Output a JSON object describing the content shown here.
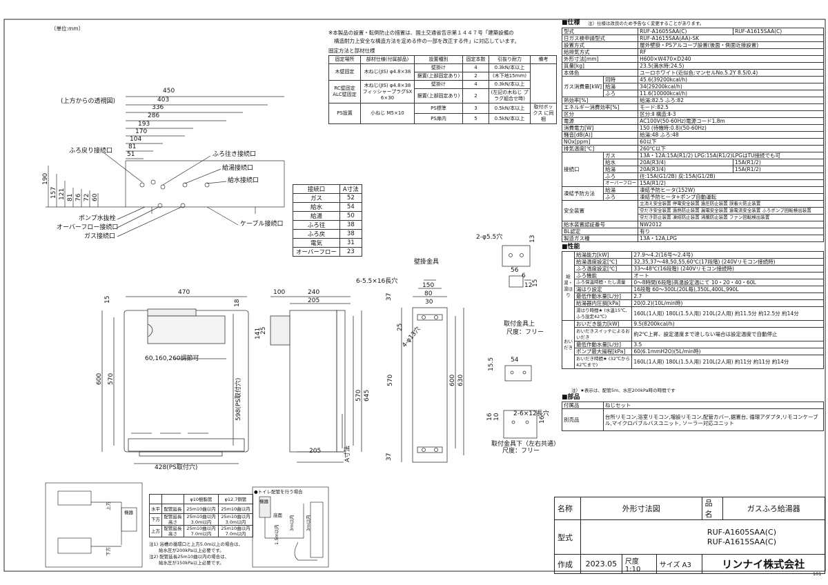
{
  "unit_label": "〔単位:mm〕",
  "top_note": {
    "line1": "※本製品の設置・転倒防止の措置は、国土交通省告示第１４４７号「建築設備の",
    "line2": "構造耐力上安全な構造方法を定める件の一部を改正する件」に対応しています。"
  },
  "fixing": {
    "title": "固定方法と部材仕様",
    "headers": [
      "固定場所",
      "部材仕様(付属部品)",
      "設置種別",
      "固定本数",
      "引抜り耐力",
      "備考"
    ],
    "rows": [
      [
        "木壁固定",
        "木ねじ(JIS) φ4.8×38",
        "壁掛け",
        "4",
        "0.3kN/本以上",
        ""
      ],
      [
        "",
        "",
        "据置(上部固定あり)",
        "2",
        "(木下地15mm)",
        ""
      ],
      [
        "RC壁固定 ALC壁固定",
        "木ねじ(JIS) φ4.8×38 フィッシャープラグSX 6×30",
        "壁掛け",
        "4",
        "0.3kN/本以上",
        ""
      ],
      [
        "",
        "",
        "据置(上部固定あり)",
        "2",
        "(左記の木ねじ プラグ組合せ時)",
        ""
      ],
      [
        "PS設置",
        "小ねじ M5×10",
        "PS標準",
        "3",
        "0.5kN/本以上",
        "取付ボックス に同梱"
      ],
      [
        "",
        "",
        "PS扉内",
        "5",
        "0.5kN/本以上",
        ""
      ]
    ]
  },
  "top_view": {
    "label": "(上方からの透視図)",
    "dims": [
      "450",
      "403",
      "336",
      "286",
      "193",
      "170",
      "104",
      "81",
      "51"
    ],
    "vdims": [
      "190",
      "157",
      "121",
      "81",
      "76",
      "72",
      "60"
    ],
    "labels": {
      "furo_return": "ふろ戻り接続口",
      "furo_go": "ふろ往き接続口",
      "hot_water": "給湯接続口",
      "cold_water": "給水接続口",
      "pump_drain": "ポンプ水抜栓",
      "overflow": "オーバーフロー接続口",
      "gas": "ガス接続口",
      "cable": "ケーブル接続口"
    }
  },
  "a_table": {
    "headers": [
      "接続口",
      "A寸法"
    ],
    "rows": [
      [
        "ガス",
        "52"
      ],
      [
        "給水",
        "54"
      ],
      [
        "給湯",
        "50"
      ],
      [
        "ふろ往",
        "38"
      ],
      [
        "ふろ戻",
        "38"
      ],
      [
        "電気",
        "31"
      ],
      [
        "オーバーフロー",
        "23"
      ]
    ]
  },
  "front": {
    "w470": "470",
    "d15": "15",
    "d18": "18",
    "d141": "141",
    "adj": "60,160,260調節可",
    "h600": "600",
    "h570": "570",
    "ps598": "598(PS取付穴)",
    "bottom428": "428(PS取付穴)"
  },
  "side": {
    "d100": "100",
    "d240": "240",
    "d205": "205",
    "d205b": "205",
    "h645": "645",
    "h570": "570",
    "h25": "25",
    "a_label": "A寸法"
  },
  "bracket": {
    "title": "壁掛金具",
    "holes": "6-5.5×16長穴",
    "d150": "150",
    "d80": "80",
    "d30": "30",
    "d37": "37",
    "d37b": "37",
    "d25": "25",
    "dia": "4-φ13穴",
    "h570": "570",
    "h600": "600",
    "h630": "630"
  },
  "top_bracket": {
    "holes": "2-φ5.5穴",
    "d13": "13",
    "d56": "56",
    "d6": "6",
    "d12": "12",
    "d15": "15",
    "name": "取付金具上",
    "scale": "尺度：フリー"
  },
  "low_bracket": {
    "d155": "15.5",
    "d54": "54",
    "d16": "16",
    "d10": "10",
    "d16b": "16",
    "holes": "2-6×12長穴",
    "name": "取付金具下（左右共通）",
    "scale": "尺度：フリー"
  },
  "spec": {
    "heading": "■仕様",
    "note": "注）仕様は改良のため予告なく変更することがあります。",
    "rows": [
      [
        "型式",
        "RUF-A1605SAA(C)",
        "RUF-A1615SAA(C)"
      ],
      [
        "日ガス検申請型式",
        "RUF-A1615SAA(AA)-SK",
        ""
      ],
      [
        "設置方式",
        "屋外壁掛・PSアルコーブ設置(後面・側面近接設置)",
        ""
      ],
      [
        "給排気方式",
        "RF",
        ""
      ],
      [
        "外形寸法[mm]",
        "H600×W470×D240",
        ""
      ],
      [
        "質量[kg]",
        "23.5(満水時:24.5)",
        ""
      ],
      [
        "本体色",
        "ユーロホワイト(近似色:マンセルNo.5.2Y 8.5/0.4)",
        ""
      ]
    ],
    "gas_label": "ガス消費量[kW]",
    "gas_rows": [
      [
        "同時",
        "45.6(39200kcal/h)"
      ],
      [
        "給湯",
        "34(29200kcal/h)"
      ],
      [
        "ふろ",
        "11.6(10000kcal/h)"
      ]
    ],
    "rows2": [
      [
        "熱効率[%]",
        "給湯:82.5 ふろ:82"
      ],
      [
        "エネルギー消費効率[%]",
        "モード:82.5"
      ],
      [
        "区分",
        "区分:Ⅱ 構造:Ⅱ-3"
      ],
      [
        "電源",
        "AC100V(50-60Hz)電源コード1.8m"
      ],
      [
        "消費電力[W]",
        "150 (待機時:0.8)(50-60Hz)"
      ],
      [
        "騒音[dB(A)]",
        "給湯:48 ふろ:48"
      ],
      [
        "NOx[ppm]",
        "60以下"
      ],
      [
        "排気温度[℃]",
        "260℃以下"
      ]
    ],
    "conn_label": "接続口",
    "conn_rows": [
      [
        "ガス",
        "13A・12A:15A(R1/2) LPG:15A(R1/2)LPGはTU接続でも可",
        ""
      ],
      [
        "給水",
        "20A(R3/4)",
        "15A(R1/2)"
      ],
      [
        "給湯",
        "20A(R3/4)",
        "15A(R1/2)"
      ],
      [
        "ふろ",
        "往:15A(G1/2B) 戻:15A(G1/2B)",
        ""
      ],
      [
        "オーバーフロー",
        "15A(R1/2)",
        ""
      ]
    ],
    "freeze_label": "凍結予防方法",
    "freeze_rows": [
      [
        "給湯",
        "凍結予防ヒータ(152W)"
      ],
      [
        "ふろ",
        "凍結予防ヒータ+ポンプ自動運転"
      ]
    ],
    "safety_label": "安全装置",
    "safety_lines": [
      "立消え安全装置 停電安全装置 過圧防止装置 誤着火防止装置",
      "空だき安全装置 過熱防止装置 漏電安全装置 過電流安全装置 ふろポンプ回転検出装置",
      "空だき防止装置 凍結防止装置 沸騰防止装置 ファン回転検出装置"
    ],
    "rows3": [
      [
        "給水装置認証番号",
        "NW2012"
      ],
      [
        "BL認定",
        "有り"
      ],
      [
        "製造ガス種",
        "13A・12A,LPG"
      ]
    ]
  },
  "perf": {
    "heading": "■性能",
    "kyuto_label": "給湯・湯はり",
    "kyuto_rows": [
      [
        "給湯能力[kW]",
        "27.9～4.2(16号～2.4号)"
      ],
      [
        "給湯温度設定[℃]",
        "32,35,37～48,50,55,60℃(17段階)  (240Vリモコン接続時)"
      ],
      [
        "ふろ温度設定[℃]",
        "33～48℃(16段階)  (240Vリモコン接続時)"
      ],
      [
        "ふろ機能",
        "オート"
      ],
      [
        "ふろ保温時間・たし湯量",
        "0～8時間(6段階)高温設定温にて 10・20・40・60L"
      ],
      [
        "湯はり設定",
        "16段階 60～300L(20L毎),350L,400L,990L"
      ],
      [
        "最低作動水量[L/分]",
        "2.7"
      ],
      [
        "給湯器内圧損[kPa]",
        "20(0.2)(10L/min時)"
      ],
      [
        "湯はり時間★ (水温15℃,ふろ設定42℃)",
        "160L(1人用) 180L(1.5人用) 210L(2人用) 約11.5分 約12.5分 約14分"
      ]
    ],
    "oidaki_label": "おいだき",
    "oidaki_rows": [
      [
        "おいだき能力[kW]",
        "9.5(8200kcal/h)"
      ],
      [
        "おいだきスイッチによるおいだき",
        "約2℃上昇、設定温度まで達しない場合は設定温度で自動停止"
      ],
      [
        "最低作動水量[L/分]",
        "3.5"
      ],
      [
        "ポンプ最大揚程[kPa]",
        "60(6.1mmH2O)(5L/min時)"
      ],
      [
        "おいだき時間★ (32℃から42℃まで)",
        "160L(1人用) 180L(1.5人用) 210L(2人用) 約11分 約11分 約14分"
      ]
    ],
    "footnote": "注）★表示は、配管5m、水圧200kPa時の時間です"
  },
  "parts": {
    "heading": "■部品",
    "rows": [
      [
        "付属品",
        "ねじセット"
      ],
      [
        "別売品",
        "台所リモコン,浴室リモコン,増設リモコン,配管カバー,据置台, 循環アダプタ,リモコンケーブル,マイクロバブルバスユニット, ソーラー対応ユニット"
      ]
    ]
  },
  "piping": {
    "headers": [
      "",
      "",
      "φ10樹脂管",
      "φ12.7銅管"
    ],
    "rows": [
      [
        "水平",
        "配管延長",
        "25m10曲以内",
        "25m10曲以内"
      ],
      [
        "下方",
        "配管延長 高さ",
        "25m10曲以内 3.0m以内",
        "25m10曲以内 3.0m以内"
      ],
      [
        "上方",
        "配管延長 高さ",
        "25m10曲以内 7.0m以内",
        "25m10曲以内 7.0m以内"
      ]
    ],
    "note1": "注1) 浴槽の循環口と上方5.0m以上の場合は、",
    "note1b": "給水圧が200kPa以上必要です。",
    "note2": "注2) 配管延長25m10曲以内の場合は、",
    "note2b": "給水圧が150kPa以上必要です。",
    "label_upper": "上方",
    "label_lower": "下方",
    "label_unit": "機器",
    "toilet_note": "●トイレ配管を行う場合",
    "toilet_unit": "機器",
    "toilet_h1": "1.5m以内",
    "toilet_h2": "3m以内",
    "toilet_h3": "3m以内",
    "toilet_base": "底面"
  },
  "title_block": {
    "name_label": "名称",
    "name_value": "外形寸法図",
    "product_label": "品名",
    "product_value": "ガスふろ給湯器",
    "model_label": "型式",
    "model1": "RUF-A1605SAA(C)",
    "model2": "RUF-A1615SAA(C)",
    "made_label": "作成",
    "date": "2023.05",
    "scale_label": "尺度",
    "scale": "1:10",
    "size_label": "サイズ",
    "size": "A3",
    "company": "リンナイ株式会社"
  },
  "sheet_no": "101"
}
